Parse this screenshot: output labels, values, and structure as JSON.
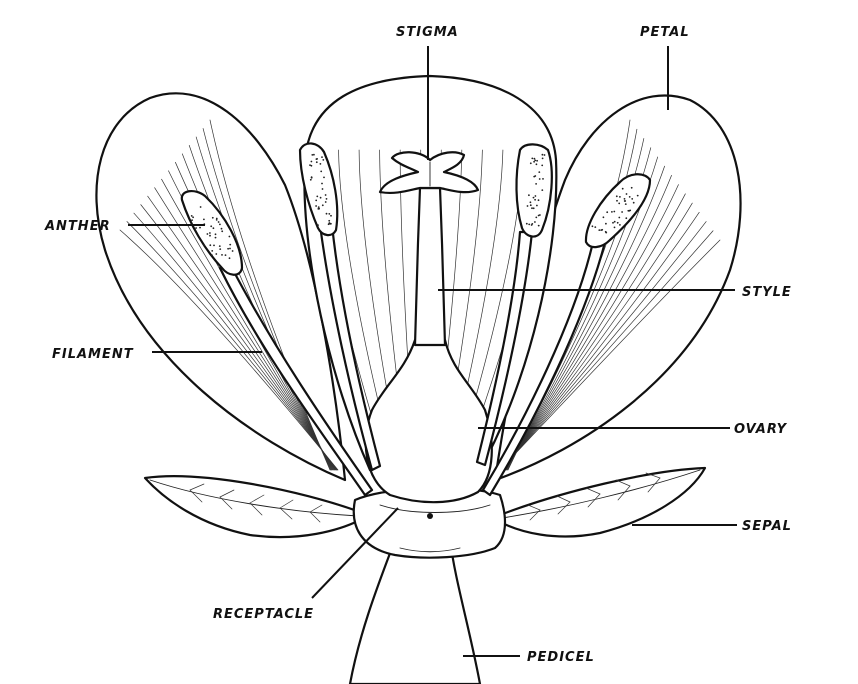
{
  "labels": {
    "stigma": "STIGMA",
    "petal": "PETAL",
    "anther": "ANTHER",
    "style": "STYLE",
    "filament": "FILAMENT",
    "ovary": "OVARY",
    "sepal": "SEPAL",
    "receptacle": "RECEPTACLE",
    "pedicel": "PEDICEL"
  },
  "colors": {
    "ink": "#111111",
    "paper": "#ffffff"
  }
}
